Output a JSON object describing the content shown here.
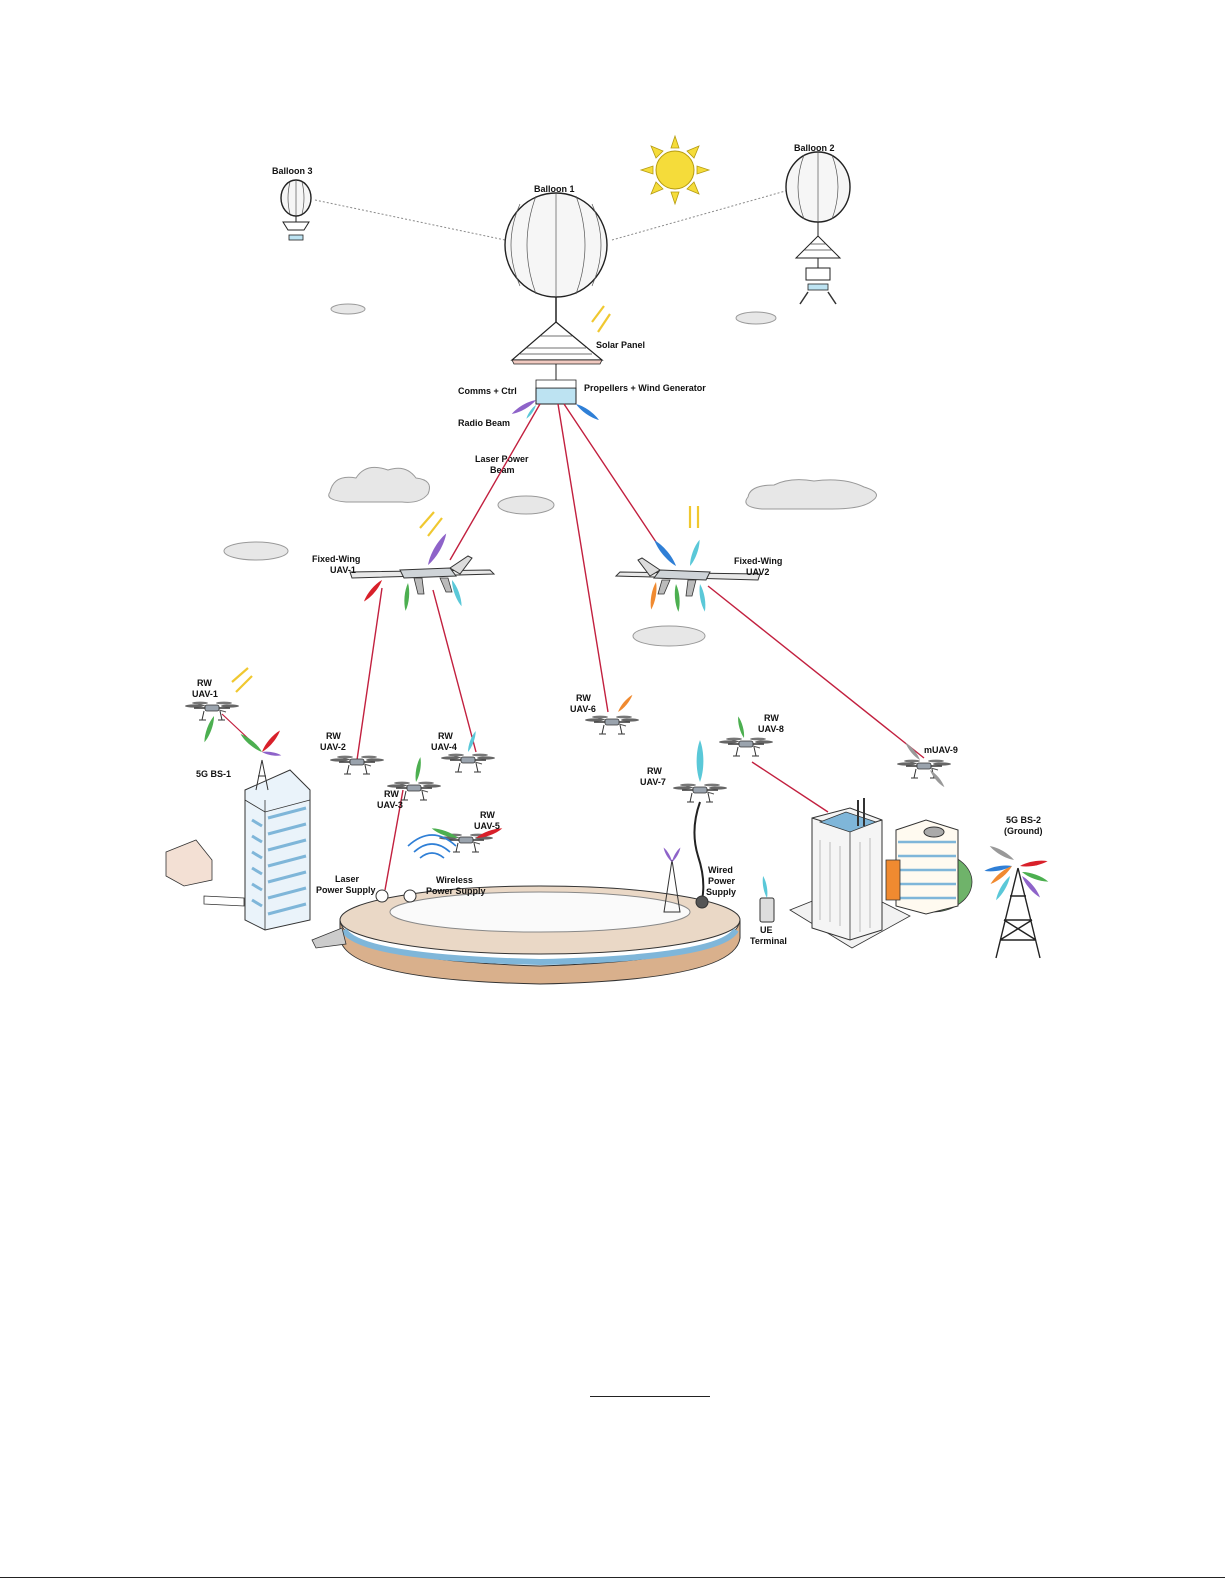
{
  "labels": {
    "balloon1": "Balloon 1",
    "balloon2": "Balloon 2",
    "balloon3": "Balloon 3",
    "solar_panel": "Solar Panel",
    "comms_ctrl": "Comms + Ctrl",
    "propellers": "Propellers + Wind Generator",
    "radio_beam": "Radio Beam",
    "laser_beam_1": "Laser Power",
    "laser_beam_2": "Beam",
    "fw_uav1_1": "Fixed-Wing",
    "fw_uav1_2": "UAV-1",
    "fw_uav2_1": "Fixed-Wing",
    "fw_uav2_2": "UAV2",
    "rw_uav1_1": "RW",
    "rw_uav1_2": "UAV-1",
    "bs1": "5G BS-1",
    "rw_uav2_1": "RW",
    "rw_uav2_2": "UAV-2",
    "rw_uav3_1": "RW",
    "rw_uav3_2": "UAV-3",
    "rw_uav4_1": "RW",
    "rw_uav4_2": "UAV-4",
    "rw_uav5_1": "RW",
    "rw_uav5_2": "UAV-5",
    "rw_uav6_1": "RW",
    "rw_uav6_2": "UAV-6",
    "rw_uav7_1": "RW",
    "rw_uav7_2": "UAV-7",
    "rw_uav8_1": "RW",
    "rw_uav8_2": "UAV-8",
    "muav9": "mUAV-9",
    "bs2_1": "5G BS-2",
    "bs2_2": "(Ground)",
    "laser_supply_1": "Laser",
    "laser_supply_2": "Power Supply",
    "wireless_supply_1": "Wireless",
    "wireless_supply_2": "Power Supply",
    "wired_supply_1": "Wired",
    "wired_supply_2": "Power",
    "wired_supply_3": "Supply",
    "ue_1": "UE",
    "ue_2": "Terminal"
  },
  "colors": {
    "laser": "#c2203f",
    "sun": "#f5dc3a",
    "beam_red": "#d8202a",
    "beam_green": "#4caf50",
    "beam_purple": "#8e63c9",
    "beam_blue": "#2f7fd6",
    "beam_cyan": "#5ac8d8",
    "beam_orange": "#f08a30",
    "stadium": "#d9b08c",
    "building_blue": "#7fb6d9"
  }
}
